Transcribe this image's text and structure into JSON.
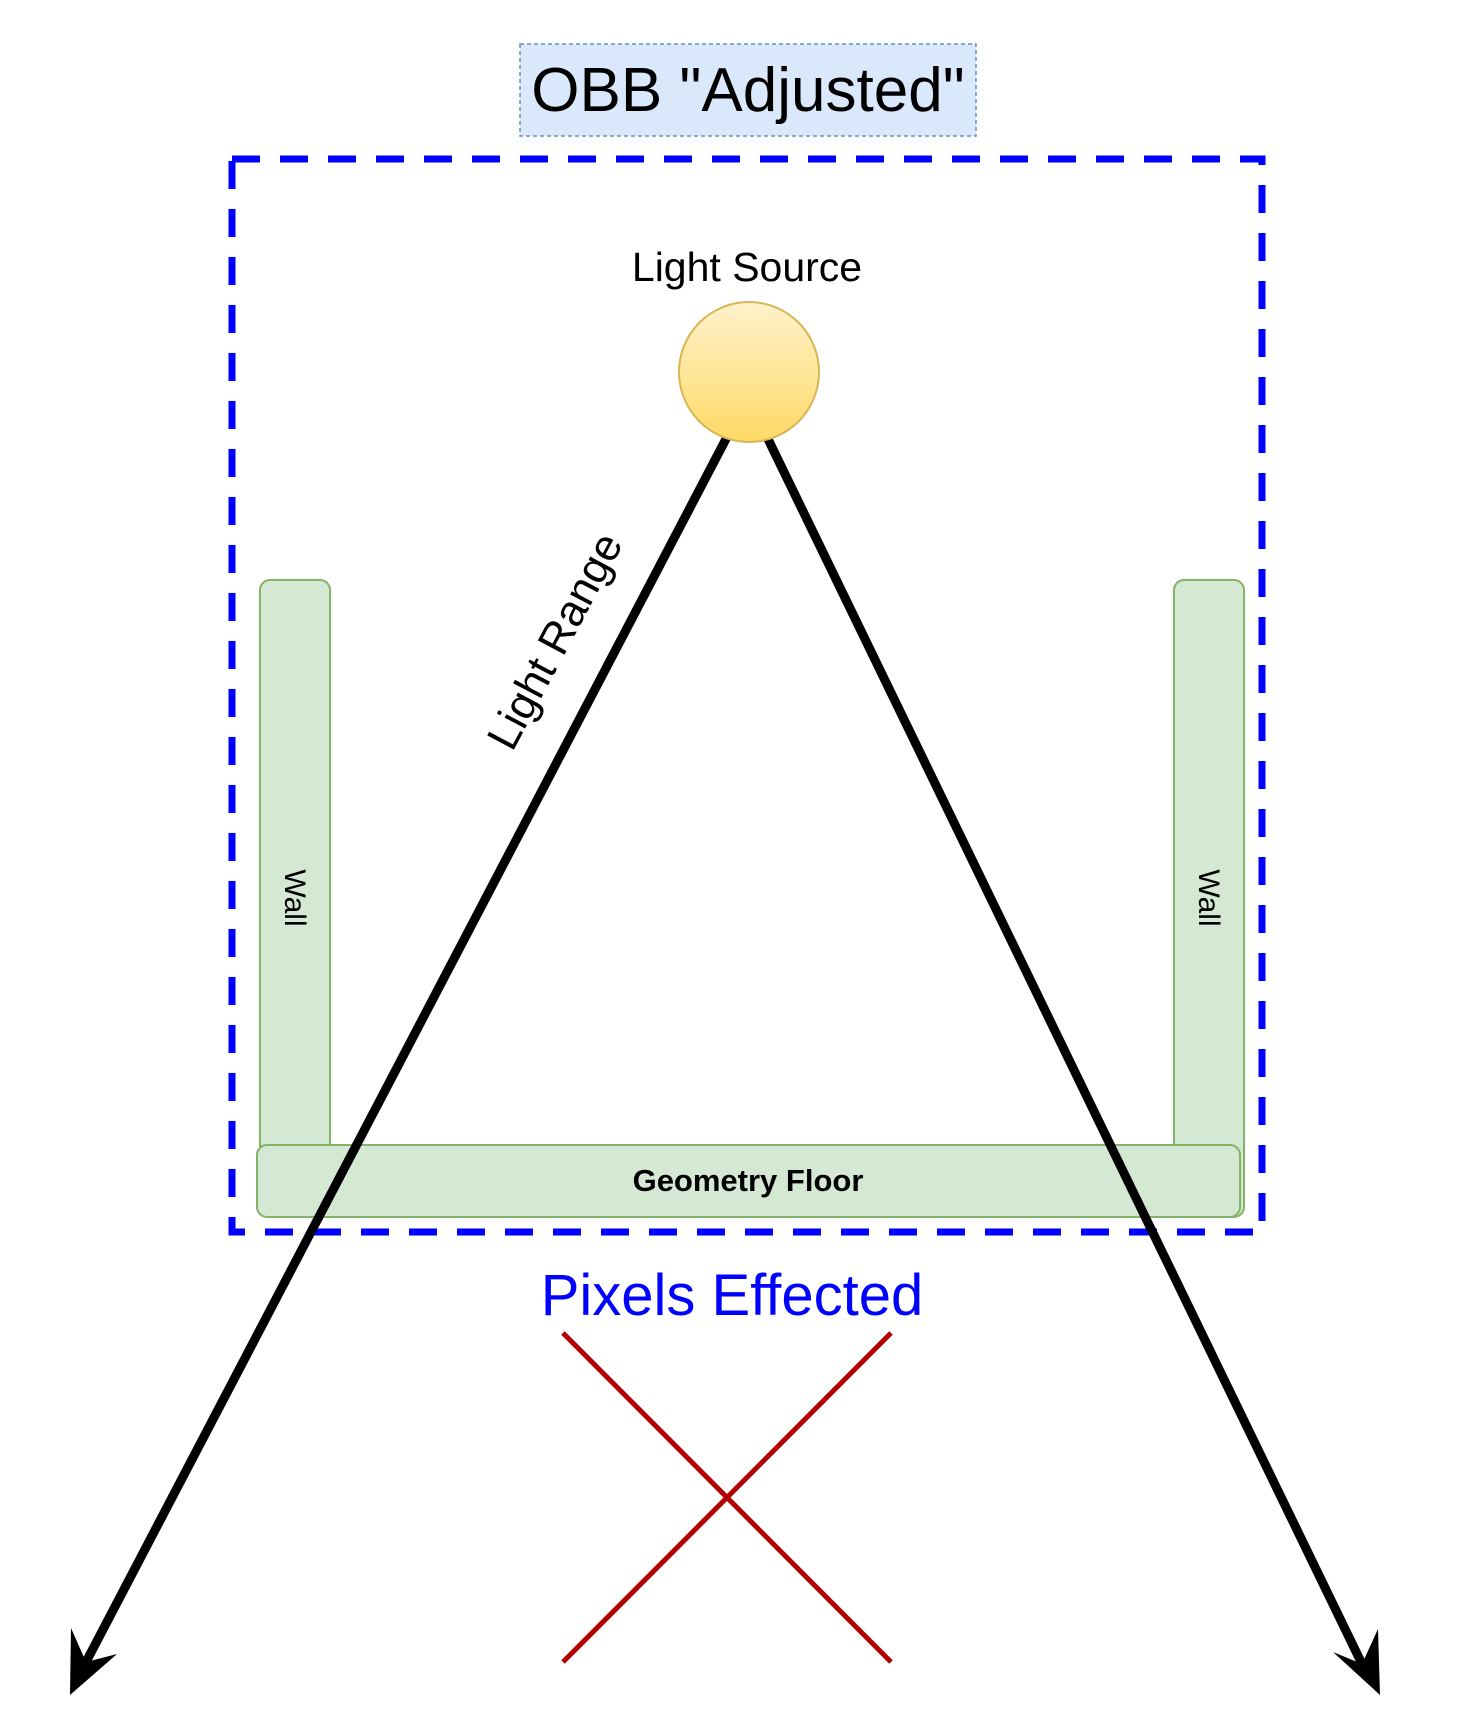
{
  "diagram": {
    "title": "OBB \"Adjusted\"",
    "light_source_label": "Light Source",
    "light_range_label": "Light Range",
    "left_wall_label": "Wall",
    "right_wall_label": "Wall",
    "floor_label": "Geometry Floor",
    "pixels_label": "Pixels Effected"
  },
  "colors": {
    "title_fill": "#dae8fc",
    "title_stroke": "#6c8ebf",
    "obb_border": "#0000ff",
    "pixels_text": "#0000ff",
    "wall_fill": "#d5e8d4",
    "wall_stroke": "#82b366",
    "light_fill_top": "#fff2cc",
    "light_fill_bottom": "#ffd966",
    "light_stroke": "#d6b656",
    "ray": "#000000",
    "cross": "#b20000"
  },
  "icons": {
    "light_source": "sun-circle-icon",
    "ray_arrow": "arrowhead-icon",
    "not_affected": "cross-mark-icon"
  }
}
